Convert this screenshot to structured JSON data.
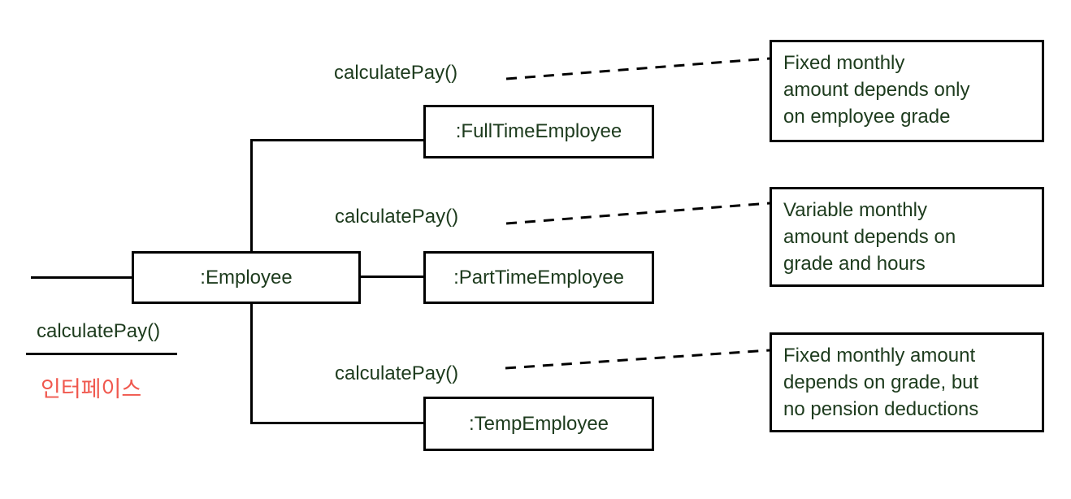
{
  "diagram": {
    "interface": {
      "method_label": "calculatePay()",
      "caption": "인터페이스"
    },
    "employee": {
      "label": ":Employee"
    },
    "implementations": [
      {
        "label": ":FullTimeEmployee",
        "method": "calculatePay()",
        "note": "Fixed monthly\namount depends only\non employee grade"
      },
      {
        "label": ":PartTimeEmployee",
        "method": "calculatePay()",
        "note": "Variable monthly\namount depends on\ngrade and hours"
      },
      {
        "label": ":TempEmployee",
        "method": "calculatePay()",
        "note": "Fixed monthly amount\ndepends on grade, but\nno pension deductions"
      }
    ],
    "colors": {
      "text_green": "#1d3b1d",
      "caption_red": "#f0584e",
      "line_black": "#000000",
      "background": "#ffffff"
    }
  }
}
